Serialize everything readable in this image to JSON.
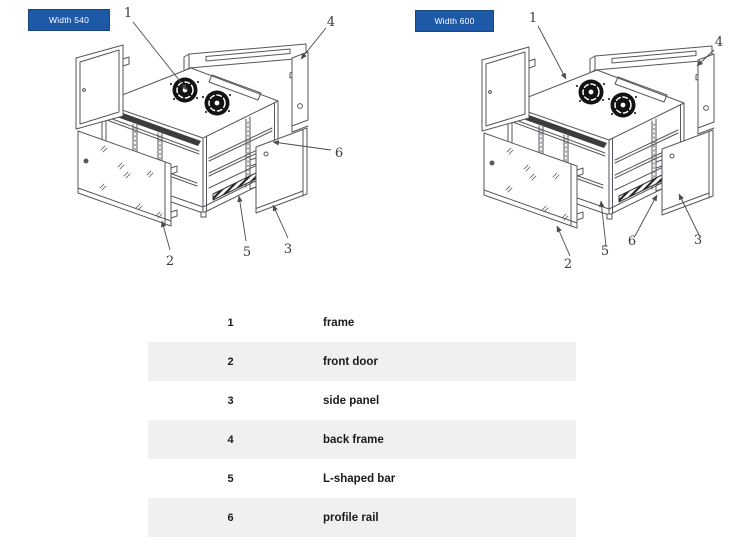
{
  "diagrams": [
    {
      "badge": "Width 540",
      "callouts": [
        "1",
        "2",
        "3",
        "4",
        "5",
        "6"
      ]
    },
    {
      "badge": "Width 600",
      "callouts": [
        "1",
        "2",
        "3",
        "4",
        "5",
        "6"
      ]
    }
  ],
  "parts_table": {
    "rows": [
      {
        "num": "1",
        "label": "frame"
      },
      {
        "num": "2",
        "label": "front door"
      },
      {
        "num": "3",
        "label": "side panel"
      },
      {
        "num": "4",
        "label": "back frame"
      },
      {
        "num": "5",
        "label": "L-shaped bar"
      },
      {
        "num": "6",
        "label": "profile rail"
      }
    ]
  },
  "colors": {
    "badge_bg": "#1e59a7",
    "badge_text": "#ffffff",
    "alt_row_bg": "#f0f0f0",
    "line_art": "#56565c"
  }
}
